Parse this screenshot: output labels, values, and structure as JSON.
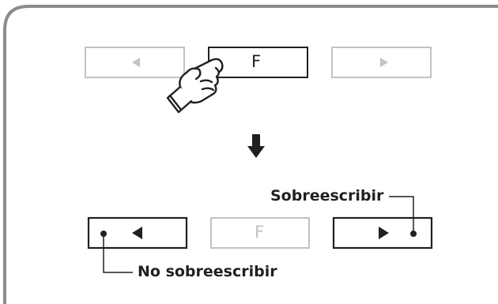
{
  "colors": {
    "frame": "#8c8c8c",
    "active": "#231f20",
    "inactive": "#c2c2c2",
    "background": "#ffffff"
  },
  "top_row": {
    "left_button": {
      "icon": "triangle-left-icon",
      "state": "inactive"
    },
    "center_button": {
      "label": "F",
      "state": "pressed"
    },
    "right_button": {
      "icon": "triangle-right-icon",
      "state": "inactive"
    },
    "hand": {
      "icon": "pointing-hand-icon"
    }
  },
  "transition": {
    "icon": "arrow-down-icon"
  },
  "bottom_row": {
    "left_button": {
      "icon": "triangle-left-icon",
      "state": "active"
    },
    "center_button": {
      "label": "F",
      "state": "inactive"
    },
    "right_button": {
      "icon": "triangle-right-icon",
      "state": "active"
    }
  },
  "callouts": {
    "overwrite": "Sobreescribir",
    "no_overwrite": "No sobreescribir"
  }
}
